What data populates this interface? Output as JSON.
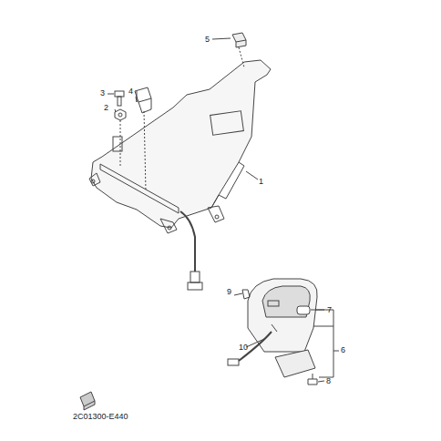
{
  "diagram": {
    "labels": [
      "1",
      "2",
      "3",
      "4",
      "5",
      "6",
      "7",
      "8",
      "9",
      "10",
      "2C01300-E440"
    ]
  }
}
